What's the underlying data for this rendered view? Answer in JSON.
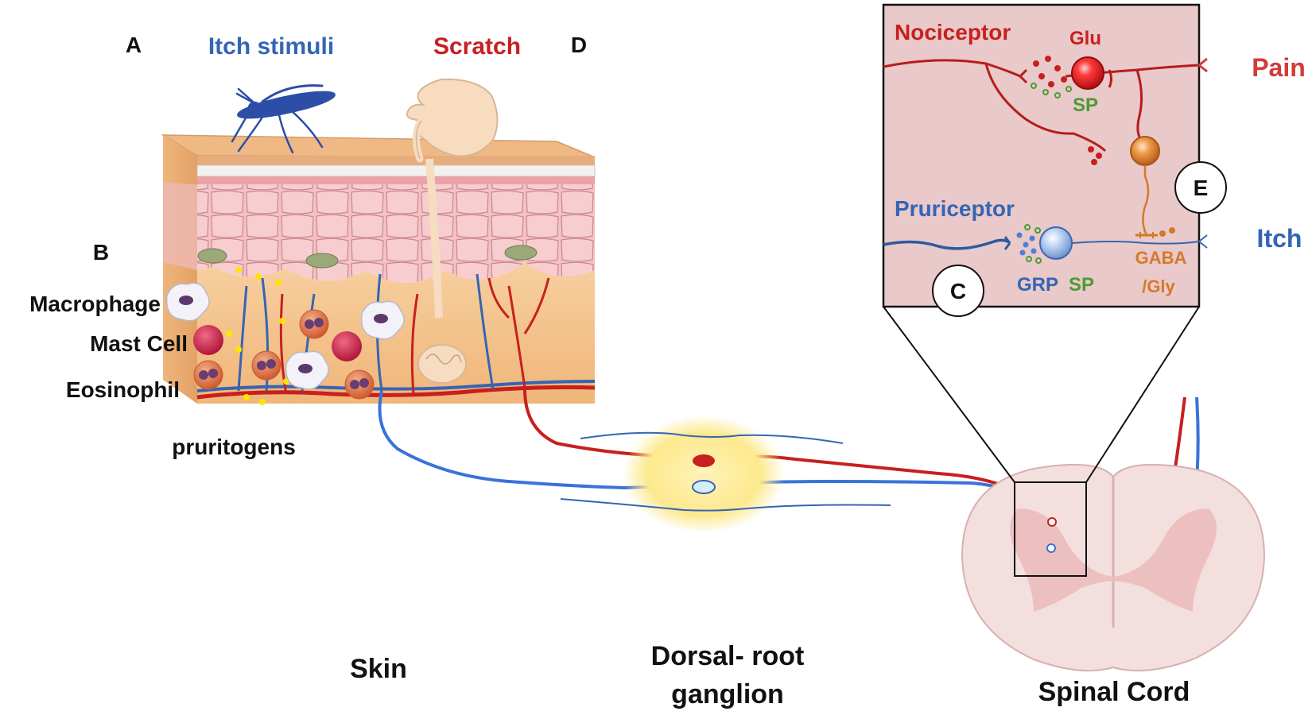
{
  "labels": {
    "panel_a": "A",
    "panel_b": "B",
    "panel_c": "C",
    "panel_d": "D",
    "panel_e": "E",
    "itch_stimuli": "Itch stimuli",
    "scratch": "Scratch",
    "macrophage": "Macrophage",
    "mast_cell": "Mast Cell",
    "eosinophil": "Eosinophil",
    "pruritogens": "pruritogens",
    "skin": "Skin",
    "drg_line1": "Dorsal- root",
    "drg_line2": "ganglion",
    "spinal_cord": "Spinal Cord"
  },
  "inset": {
    "nociceptor": "Nociceptor",
    "glu": "Glu",
    "sp_top": "SP",
    "pain": "Pain",
    "pruriceptor": "Pruriceptor",
    "itch": "Itch",
    "grp": "GRP",
    "sp_bottom": "SP",
    "gaba": "GABA",
    "gly": "/Gly"
  },
  "colors": {
    "pain_red": "#c81f1f",
    "itch_blue": "#3465b5",
    "inhib_orange": "#d4792a",
    "sp_green": "#4c9a33",
    "inset_bg": "#e9c9c9"
  }
}
